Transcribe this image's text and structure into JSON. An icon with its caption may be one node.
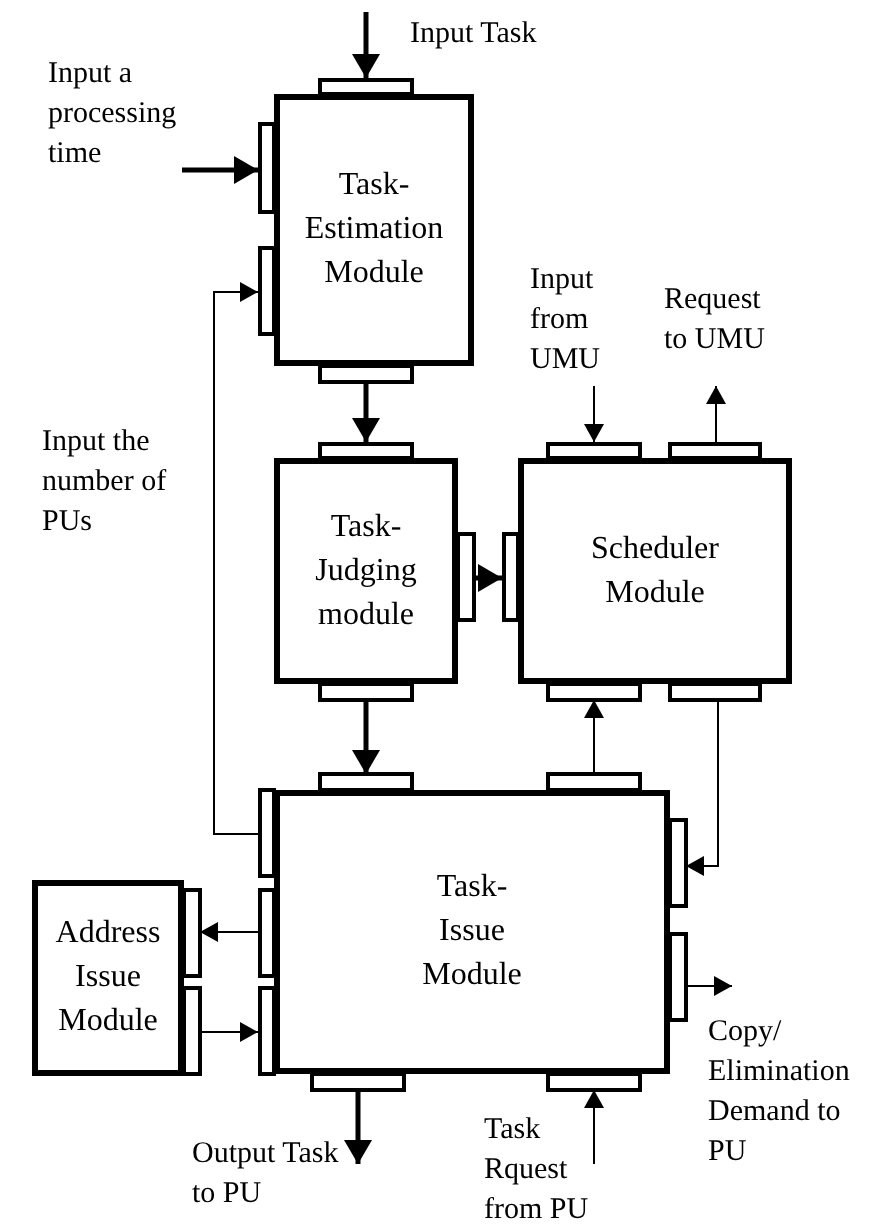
{
  "diagram": {
    "nodes": [
      {
        "text": [
          "Task- Estimation Module"
        ]
      },
      {
        "text": [
          "Task- Judging module"
        ]
      },
      {
        "text": [
          "Scheduler Module"
        ]
      },
      {
        "text": [
          "Task- Issue Module"
        ]
      },
      {
        "text": [
          "Address Issue Module"
        ]
      }
    ],
    "edges": [
      {
        "from": null,
        "to": 0,
        "arrow": "to",
        "label": "Input Task",
        "style": "thick"
      },
      {
        "from": null,
        "to": 0,
        "arrow": "to",
        "label": "Input a processing time",
        "style": "thick"
      },
      {
        "from": 3,
        "to": 0,
        "arrow": "to",
        "label": "Input the number of PUs"
      },
      {
        "from": 0,
        "to": 1,
        "arrow": "to",
        "style": "thick"
      },
      {
        "from": 1,
        "to": 2,
        "arrow": "to",
        "style": "thick"
      },
      {
        "from": null,
        "to": 2,
        "arrow": "to",
        "label": "Input from UMU"
      },
      {
        "from": 2,
        "to": null,
        "arrow": "to",
        "label": "Request to UMU"
      },
      {
        "from": 1,
        "to": 3,
        "arrow": "to",
        "style": "thick"
      },
      {
        "from": 3,
        "to": 2,
        "arrow": "to"
      },
      {
        "from": 2,
        "to": 3,
        "arrow": "to"
      },
      {
        "from": 3,
        "to": 4,
        "arrow": "to"
      },
      {
        "from": 4,
        "to": 3,
        "arrow": "to"
      },
      {
        "from": 3,
        "to": null,
        "arrow": "to",
        "label": "Copy/ Elimination Demand to PU"
      },
      {
        "from": 3,
        "to": null,
        "arrow": "to",
        "label": "Output Task to PU",
        "style": "thick"
      },
      {
        "from": null,
        "to": 3,
        "arrow": "to",
        "label": "Task Rquest from PU"
      }
    ]
  }
}
